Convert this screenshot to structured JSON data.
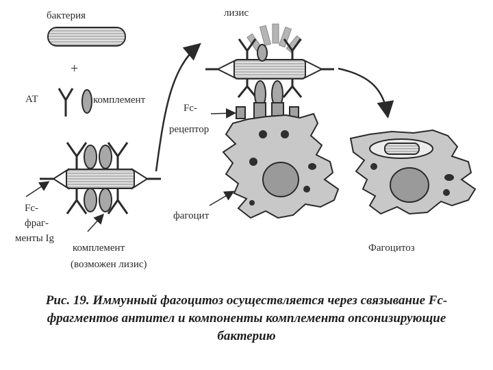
{
  "labels": {
    "bacteria": "бактерия",
    "plus": "+",
    "antibody": "АТ",
    "complement": "комплемент",
    "fc_fragments_1": "Fc-",
    "fc_fragments_2": "фраг-",
    "fc_fragments_3": "менты Ig",
    "complement_lysis_1": "комплемент",
    "complement_lysis_2": "(возможен лизис)",
    "lysis": "лизис",
    "fc_receptor_1": "Fc-",
    "fc_receptor_2": "рецептор",
    "phagocyte": "фагоцит",
    "phagocytosis": "Фагоцитоз"
  },
  "caption": {
    "line1": "Рис. 19. Иммунный фагоцитоз осуществляется через связывание Fc-",
    "line2": "фрагментов антител и компоненты комплемента опсонизирующие",
    "line3": "бактерию"
  },
  "colors": {
    "ink": "#2a2a2a",
    "cell_fill": "#c8c8c8",
    "nucleus_fill": "#9a9a9a",
    "complement_fill": "#a8a8a8",
    "bacteria_fill": "#d6d6d6"
  }
}
